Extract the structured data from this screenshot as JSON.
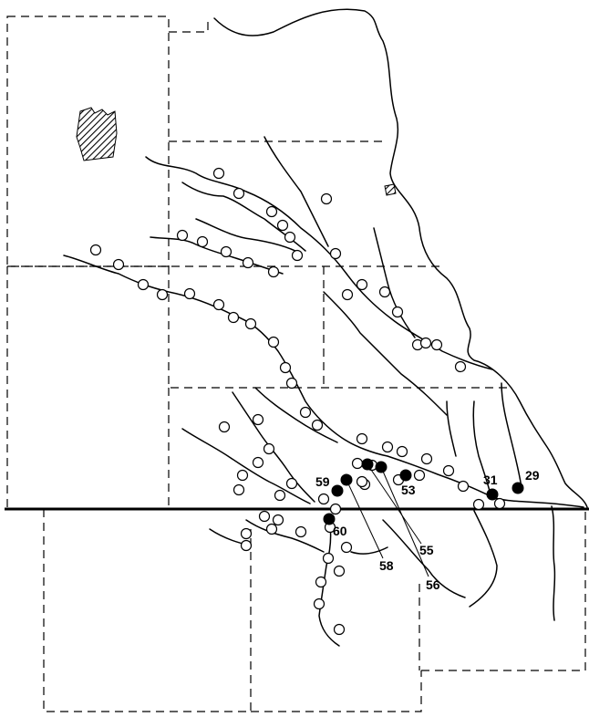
{
  "map": {
    "labeled_sites": [
      {
        "label": "59"
      },
      {
        "label": "60"
      },
      {
        "label": "53"
      },
      {
        "label": "55"
      },
      {
        "label": "56"
      },
      {
        "label": "58"
      },
      {
        "label": "31"
      },
      {
        "label": "29"
      }
    ],
    "colors": {
      "ink": "#000000",
      "background": "#ffffff"
    }
  }
}
